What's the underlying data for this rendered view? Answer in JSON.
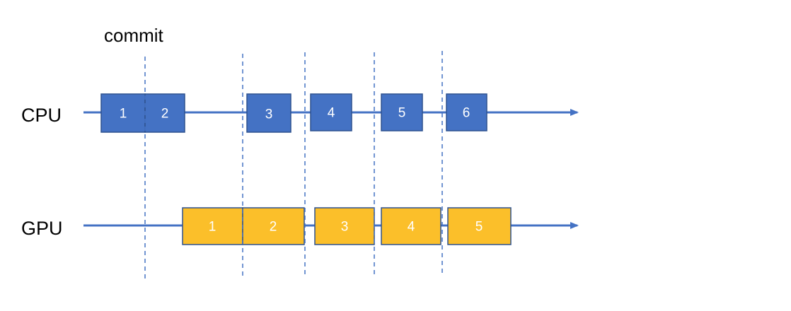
{
  "annotation": "commit",
  "colors": {
    "timeline": "#4472C4",
    "cpu_fill": "#4472C4",
    "cpu_stroke": "#2F528F",
    "gpu_fill": "#FBBF2A",
    "gpu_stroke": "#2F528F",
    "divider": "#4472C4"
  },
  "rows": [
    {
      "label": "CPU",
      "frames": [
        "1",
        "2",
        "3",
        "4",
        "5",
        "6"
      ]
    },
    {
      "label": "GPU",
      "frames": [
        "1",
        "2",
        "3",
        "4",
        "5"
      ]
    }
  ]
}
